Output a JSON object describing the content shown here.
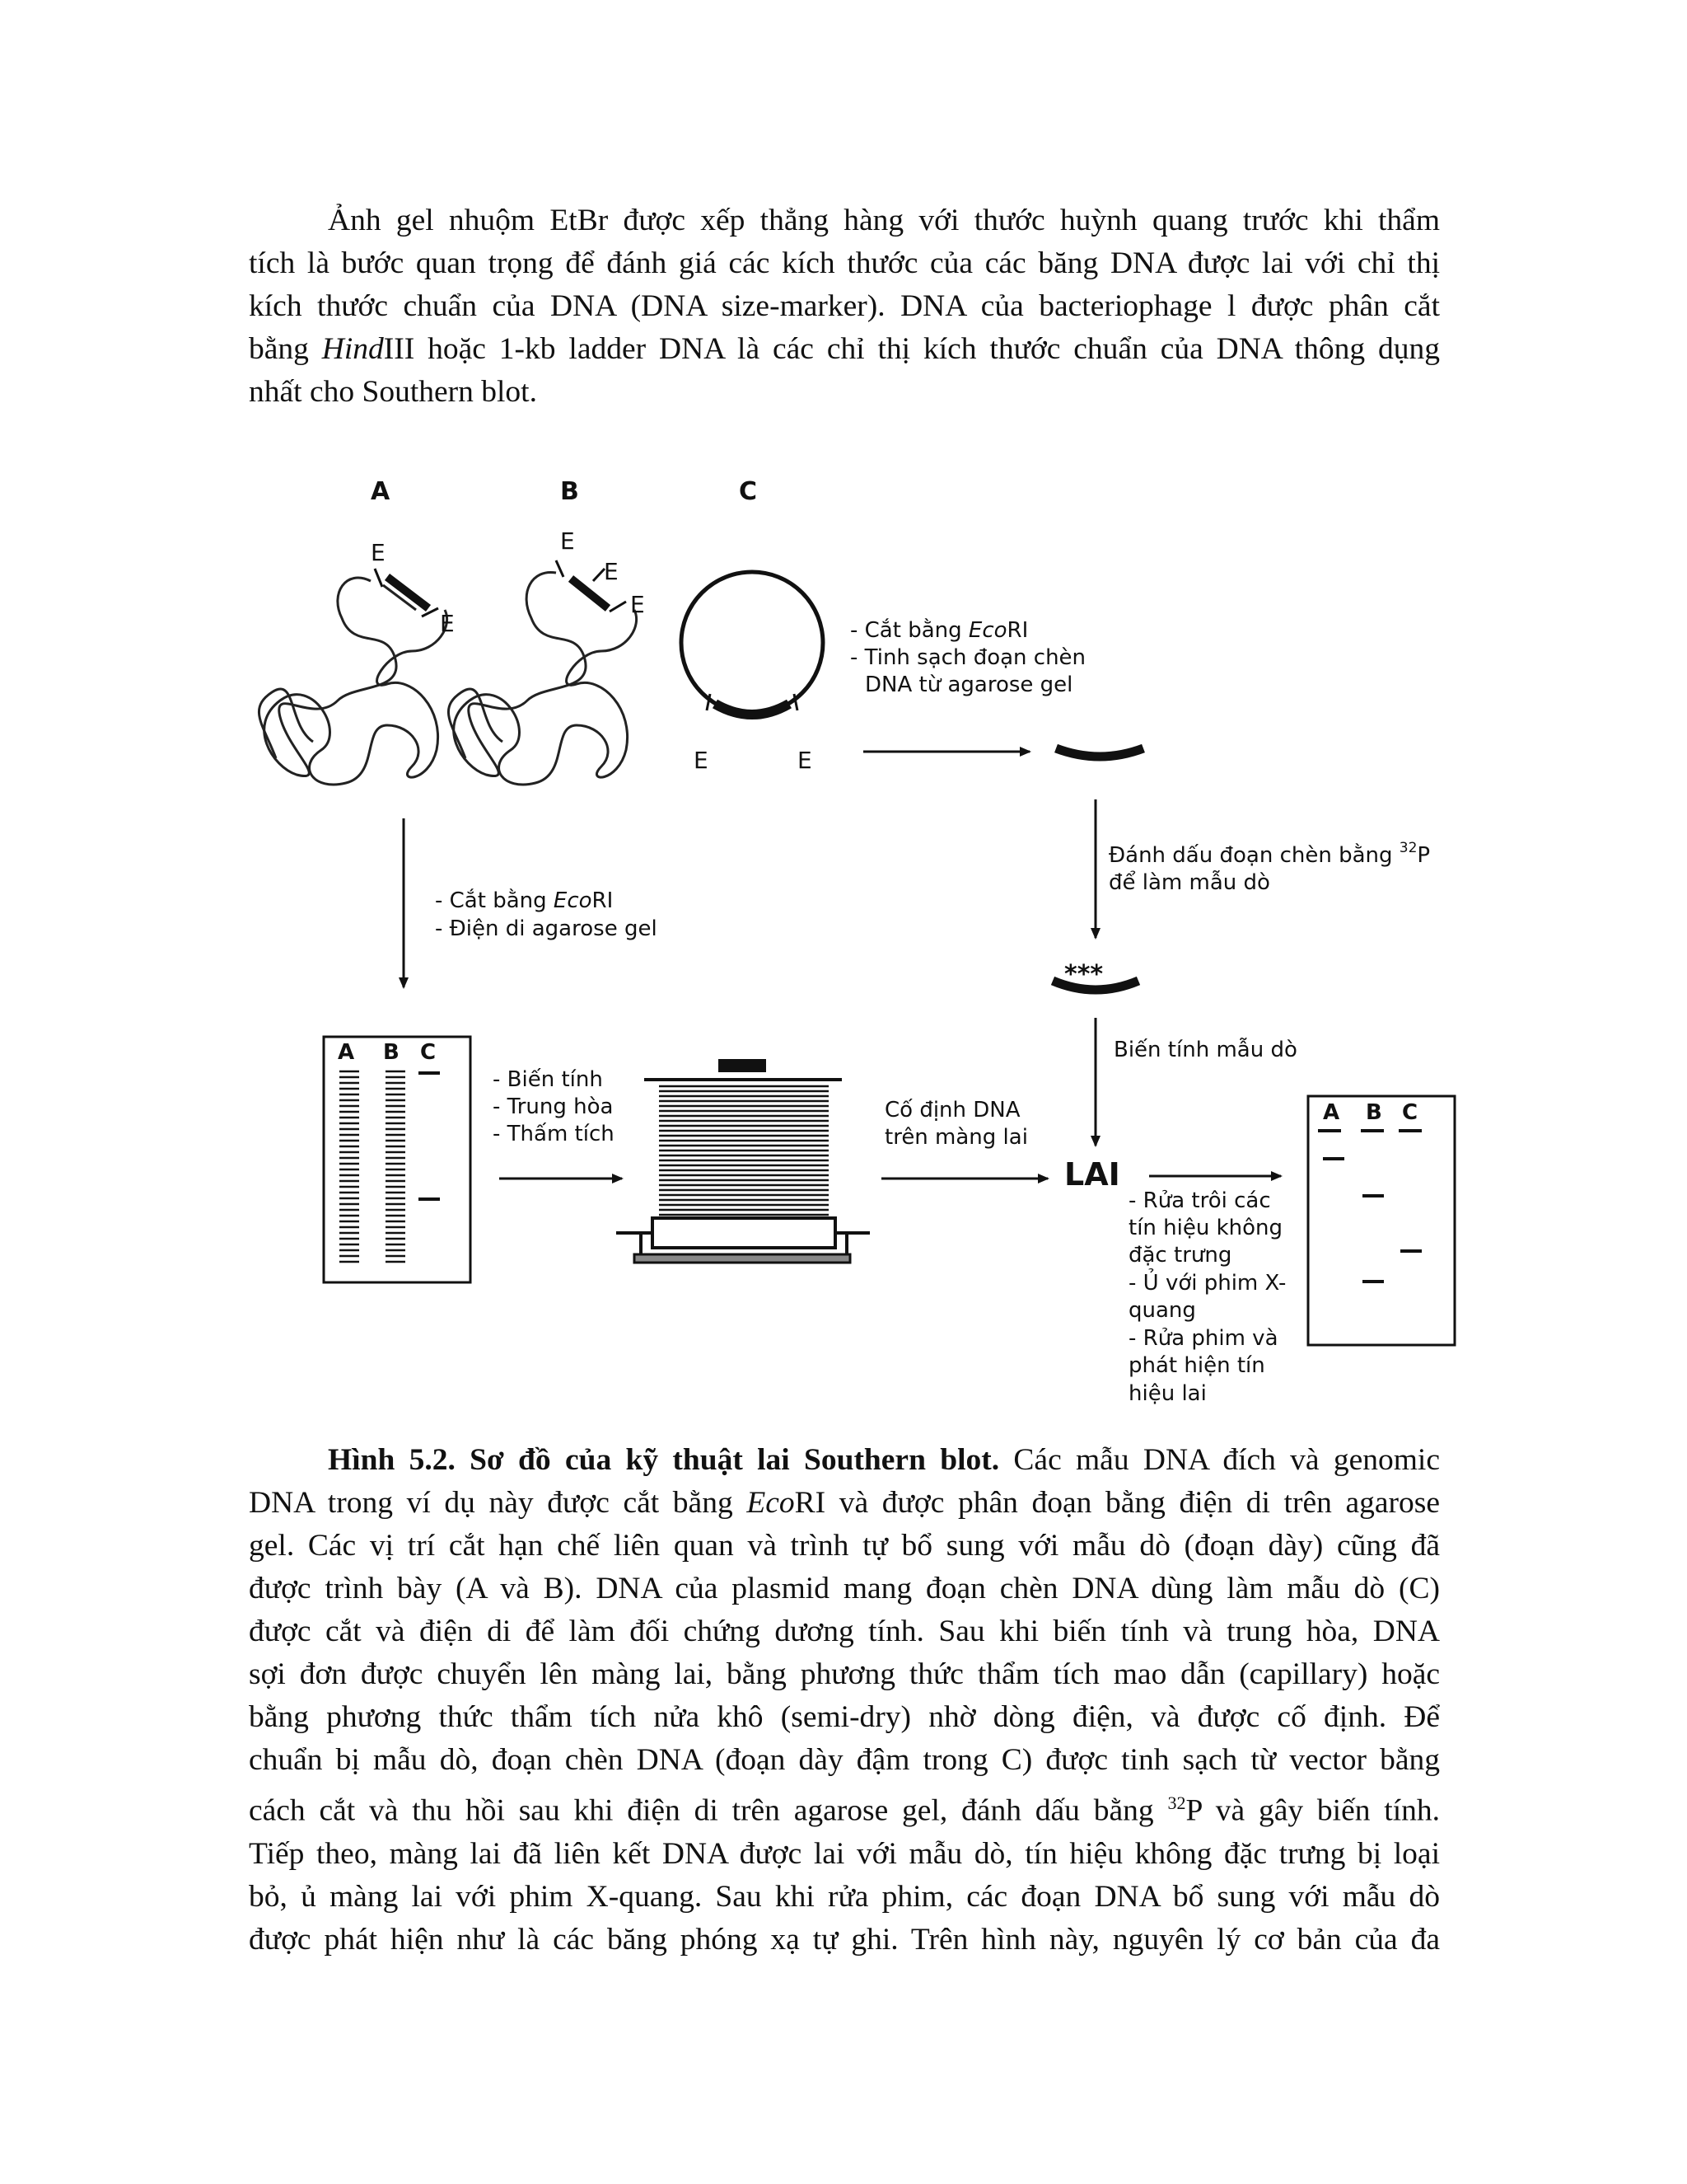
{
  "intro": {
    "lines": [
      "Ảnh gel nhuộm EtBr được xếp thẳng hàng với thước huỳnh quang trước khi thẩm",
      "tích là bước quan trọng để đánh giá các kích thước của các băng DNA được lai với chỉ thị",
      "kích thước chuẩn của DNA (DNA size-marker). DNA của bacteriophage l được phân cắt",
      "bằng HindIII hoặc 1-kb ladder DNA là các chỉ thị kích thước chuẩn của DNA thông dụng",
      "nhất cho Southern blot."
    ],
    "italic_word": "Hind",
    "line4_pre": "bằng ",
    "line4_post": "III hoặc 1-kb ladder DNA là các chỉ thị kích thước chuẩn của DNA thông dụng"
  },
  "figure": {
    "panel_labels": [
      "A",
      "B",
      "C"
    ],
    "site_label": "E",
    "step_c": [
      "- Cắt bằng EcoRI",
      "- Tinh sạch đoạn chèn",
      "DNA từ agarose gel"
    ],
    "step_c_parts": {
      "pre": "- Cắt bằng ",
      "italic": "Eco",
      "post": "RI"
    },
    "step_label": [
      "Đánh dấu đoạn chèn bằng ",
      "32",
      "P",
      "để làm mẫu dò"
    ],
    "probe_mark": "***",
    "step_digest": [
      "- Cắt bằng EcoRI",
      "- Điện di agarose gel"
    ],
    "gel_lanes": [
      "A",
      "B",
      "C"
    ],
    "step_blot": [
      "- Biến tính",
      "- Trung hòa",
      "- Thấm tích"
    ],
    "step_fix": [
      "Cố định DNA",
      "trên màng lai"
    ],
    "step_denature_probe": "Biến tính mẫu dò",
    "lai": "LAI",
    "step_wash": [
      "- Rửa trôi các",
      "tín hiệu không",
      "đặc trưng",
      "- Ủ với phim X-",
      "quang",
      "- Rửa phim và",
      "phát hiện tín",
      "hiệu lai"
    ],
    "film_lanes": [
      "A",
      "B",
      "C"
    ]
  },
  "caption": {
    "lead": "Hình 5.2. Sơ đồ của kỹ thuật lai Southern blot.",
    "line1_rest": " Các mẫu DNA đích và genomic",
    "line2_pre": "DNA trong ví dụ này được cắt bằng ",
    "line2_italic": "Eco",
    "line2_post": "RI và được phân đoạn bằng điện di trên agarose",
    "lines": [
      "gel. Các vị trí cắt hạn chế liên quan và trình tự bổ sung với mẫu dò (đoạn dày) cũng đã",
      "được trình bày (A và B). DNA của plasmid mang đoạn chèn DNA dùng làm mẫu dò (C)",
      "được cắt và điện di để làm đối chứng dương tính. Sau khi biến tính và trung hòa, DNA",
      "sợi đơn được chuyển lên màng lai, bằng phương thức thẩm tích mao dẫn (capillary) hoặc",
      "bằng phương thức thẩm tích nửa khô (semi-dry) nhờ dòng điện, và được cố định. Để",
      "chuẩn bị mẫu dò, đoạn chèn DNA (đoạn dày đậm trong C) được tinh sạch từ vector bằng"
    ],
    "line9_pre": "cách cắt và thu hồi sau khi điện di trên agarose gel, đánh dấu bằng ",
    "line9_sup": "32",
    "line9_post": "P và gây biến tính.",
    "lines_end": [
      "Tiếp theo, màng lai đã liên kết DNA được lai với mẫu dò, tín hiệu không đặc trưng bị loại",
      "bỏ, ủ màng lai với phim X-quang. Sau khi rửa phim, các đoạn DNA bổ sung với mẫu dò",
      "được phát hiện như là các băng phóng xạ tự ghi. Trên hình này, nguyên lý cơ bản của đa"
    ]
  }
}
